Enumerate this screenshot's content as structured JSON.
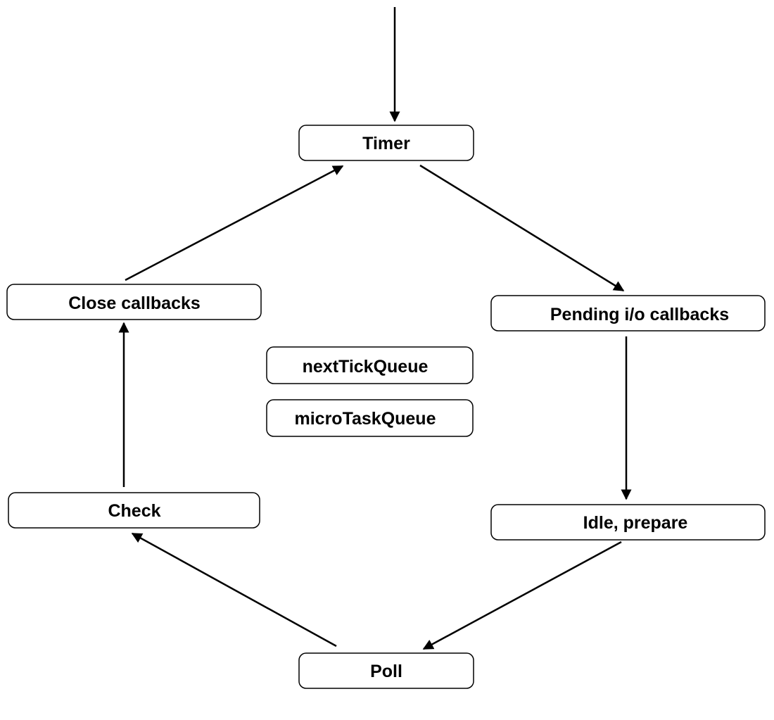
{
  "nodes": {
    "timer": "Timer",
    "pending": "Pending i/o callbacks",
    "idle": "Idle, prepare",
    "poll": "Poll",
    "check": "Check",
    "close": "Close callbacks",
    "next_tick": "nextTickQueue",
    "micro_task": "microTaskQueue"
  },
  "colors": {
    "stroke": "#000000",
    "box_fill": "#ffffff",
    "background": "#ffffff"
  }
}
